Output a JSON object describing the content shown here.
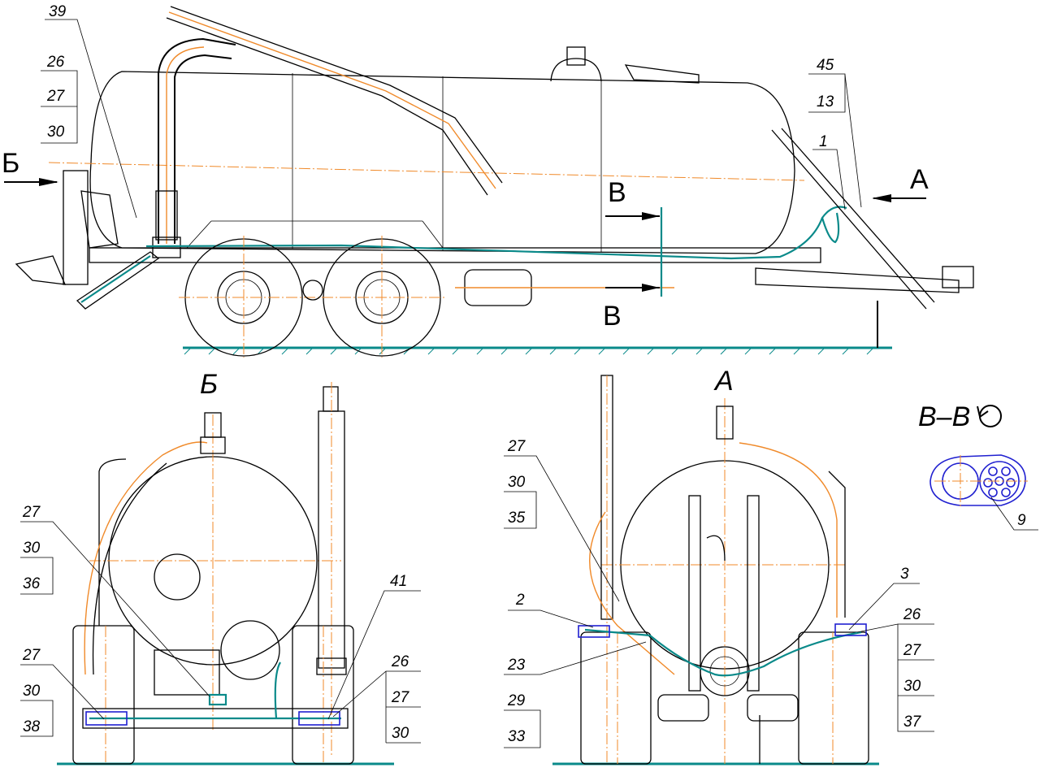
{
  "side_view": {
    "callouts_left": [
      "39",
      "26",
      "27",
      "30"
    ],
    "callouts_right": [
      "45",
      "13"
    ],
    "callout_1": "1",
    "arrow_b_label": "Б",
    "arrow_a_label": "А",
    "section_v_top": "В",
    "section_v_bottom": "В"
  },
  "view_b": {
    "title": "Б",
    "callouts_upper": [
      "27",
      "30",
      "36"
    ],
    "callouts_lower_left": [
      "27",
      "30",
      "38"
    ],
    "callout_41": "41",
    "callouts_lower_right": [
      "26",
      "27",
      "30"
    ]
  },
  "view_a": {
    "title": "А",
    "callouts_upper_left": [
      "27",
      "30",
      "35"
    ],
    "callout_2": "2",
    "callouts_lower_left": [
      "23",
      "29",
      "33"
    ],
    "callout_3": "3",
    "callouts_right": [
      "26",
      "27",
      "30",
      "37"
    ]
  },
  "section_vv": {
    "title": "В–В",
    "callout_9": "9"
  },
  "colors": {
    "lines": "#000000",
    "axis": "#f08a2a",
    "wiring": "#0a8a8a",
    "section": "#2020d0"
  }
}
